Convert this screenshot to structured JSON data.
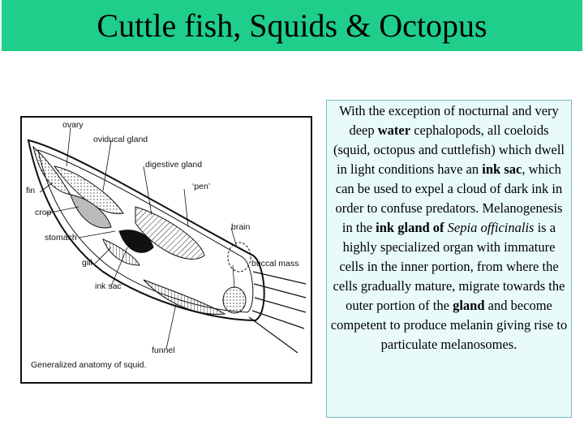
{
  "title": "Cuttle fish, Squids & Octopus",
  "figure": {
    "caption": "Generalized anatomy of squid.",
    "labels": {
      "ovary": "ovary",
      "oviducal_gland": "oviducal gland",
      "digestive_gland": "digestive gland",
      "pen": "‘pen’",
      "fin": "fin",
      "crop": "crop",
      "brain": "brain",
      "stomach": "stomach",
      "buccal_mass": "buccal mass",
      "gill": "gill",
      "ink_sac": "ink sac",
      "funnel": "funnel"
    }
  },
  "body_text": {
    "p1": "With the exception of nocturnal and very deep ",
    "b1": "water",
    "p2": " cephalopods, all coeloids (squid, octopus and cuttlefish) which dwell in light conditions have an ",
    "b2": "ink sac",
    "p3": ", which can be used to expel a cloud of dark ink in order to confuse predators. Melanogenesis in the ",
    "b3": "ink gland of",
    "p4": " ",
    "i1": "Sepia officinalis",
    "p5": " is a highly specialized organ with immature cells in the inner portion, from where the cells gradually mature, migrate towards the outer portion of the ",
    "b4": "gland",
    "p6": " and become competent to produce melanin giving rise to particulate melanosomes."
  },
  "colors": {
    "title_bg": "#1fce8a",
    "textbox_bg": "#e8faf9"
  }
}
